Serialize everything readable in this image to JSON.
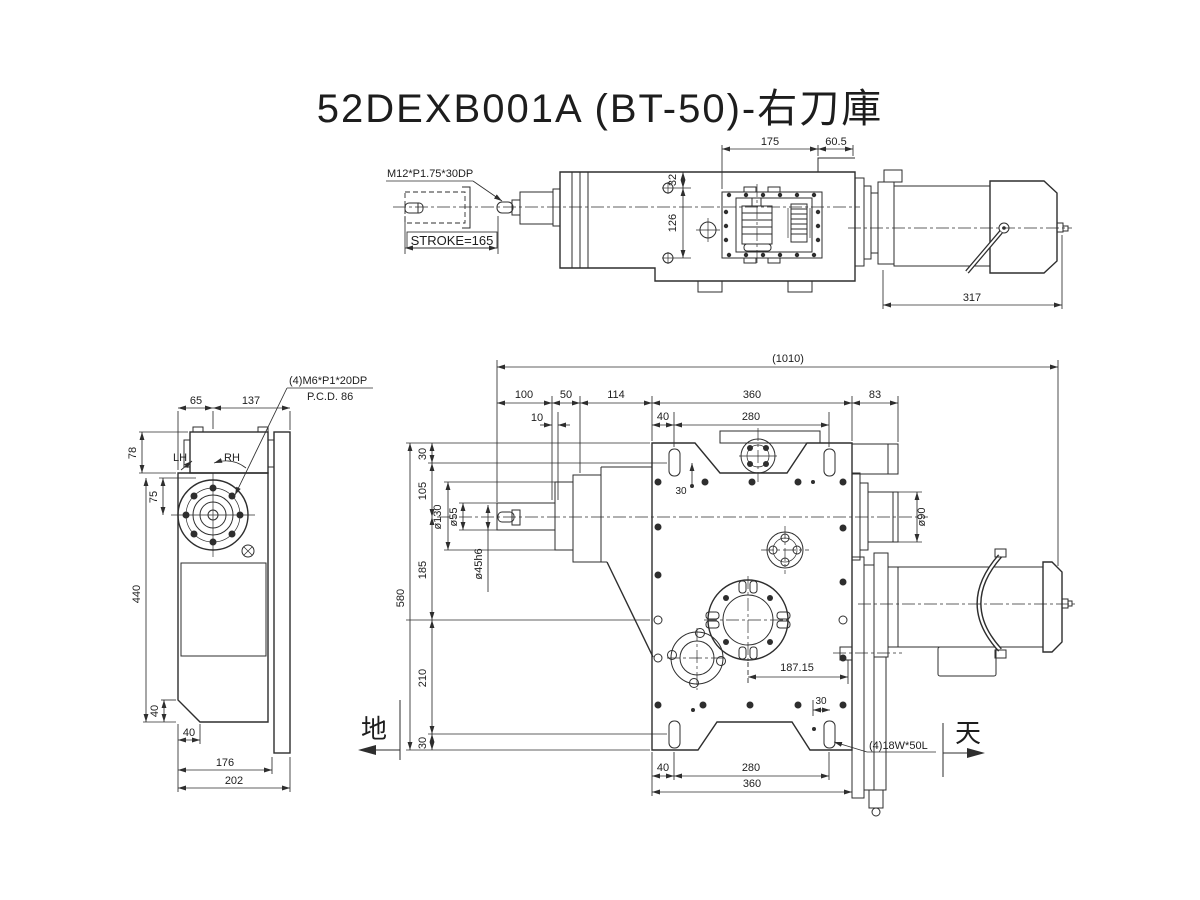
{
  "title": {
    "text": "52DEXB001A (BT-50)-右刀庫"
  },
  "colors": {
    "line": "#2e2e2e",
    "background": "#ffffff"
  },
  "top_view": {
    "thread_note": "M12*P1.75*30DP",
    "stroke_note": "STROKE=165",
    "d175": "175",
    "d605": "60.5",
    "d32": "32",
    "d126": "126",
    "d317": "317"
  },
  "side_view": {
    "note1": "(4)M6*P1*20DP",
    "note2": "P.C.D. 86",
    "lh": "LH",
    "rh": "RH",
    "d65": "65",
    "d137": "137",
    "d78": "78",
    "d75": "75",
    "d440": "440",
    "d40v": "40",
    "d40h": "40",
    "d176": "176",
    "d202": "202"
  },
  "front_view": {
    "overall": "(1010)",
    "d100": "100",
    "d50": "50",
    "d114": "114",
    "d360t": "360",
    "d83": "83",
    "d10": "10",
    "d40t": "40",
    "d280t": "280",
    "d30a": "30",
    "d105": "105",
    "d185": "185",
    "d580": "580",
    "d210": "210",
    "d30b": "30",
    "dia130": "ø130",
    "dia55": "ø55",
    "dia45": "ø45h6",
    "dia90": "ø90",
    "d30slot_t": "30",
    "d30slot_b": "30",
    "d18715": "187.15",
    "slot_note": "(4)18W*50L",
    "d40b": "40",
    "d280b": "280",
    "d360b": "360"
  },
  "orientation": {
    "ground": "地",
    "sky": "天"
  }
}
